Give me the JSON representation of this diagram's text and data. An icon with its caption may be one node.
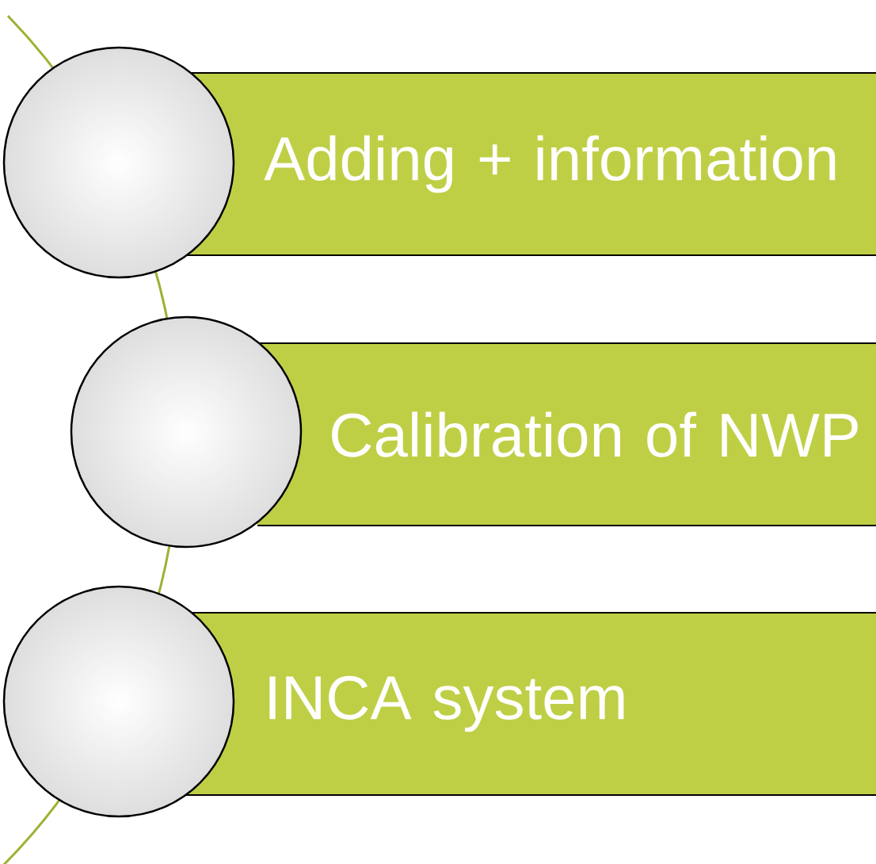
{
  "diagram": {
    "nodes": [
      {
        "text": [],
        "shape": "circle"
      },
      {
        "text": [
          "Adding + information"
        ]
      },
      {
        "text": [],
        "shape": "circle"
      },
      {
        "text": [
          "Calibration of NWP"
        ]
      },
      {
        "text": [],
        "shape": "circle"
      },
      {
        "text": [
          "INCA system"
        ]
      }
    ]
  }
}
